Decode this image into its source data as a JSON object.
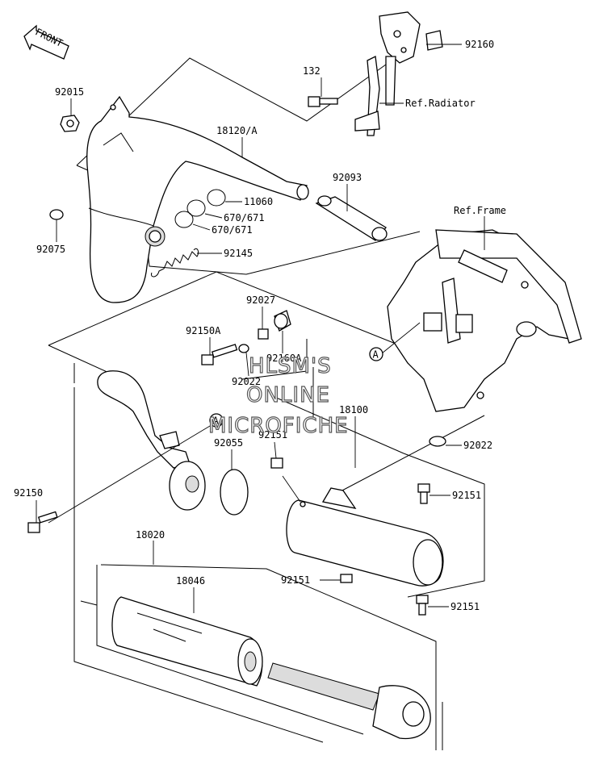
{
  "front_label": "FRONT",
  "ref_marker": "A",
  "labels": {
    "p92160": "92160",
    "p132": "132",
    "ref_radiator": "Ref.Radiator",
    "p92015": "92015",
    "p18120a": "18120/A",
    "p92093": "92093",
    "p11060": "11060",
    "p670_1": "670/671",
    "p670_2": "670/671",
    "p92075": "92075",
    "p92145": "92145",
    "ref_frame": "Ref.Frame",
    "p92027": "92027",
    "p92150a": "92150A",
    "p92160a": "92160A",
    "p92022a": "92022",
    "p18100": "18100",
    "p92151a": "92151",
    "p92055": "92055",
    "p92022b": "92022",
    "p92150": "92150",
    "p92151b": "92151",
    "p18020": "18020",
    "p18046": "18046",
    "p92151c": "92151",
    "p92151d": "92151"
  },
  "watermark": [
    "HLSM'S",
    "ONLINE",
    "MICROFICHE"
  ]
}
